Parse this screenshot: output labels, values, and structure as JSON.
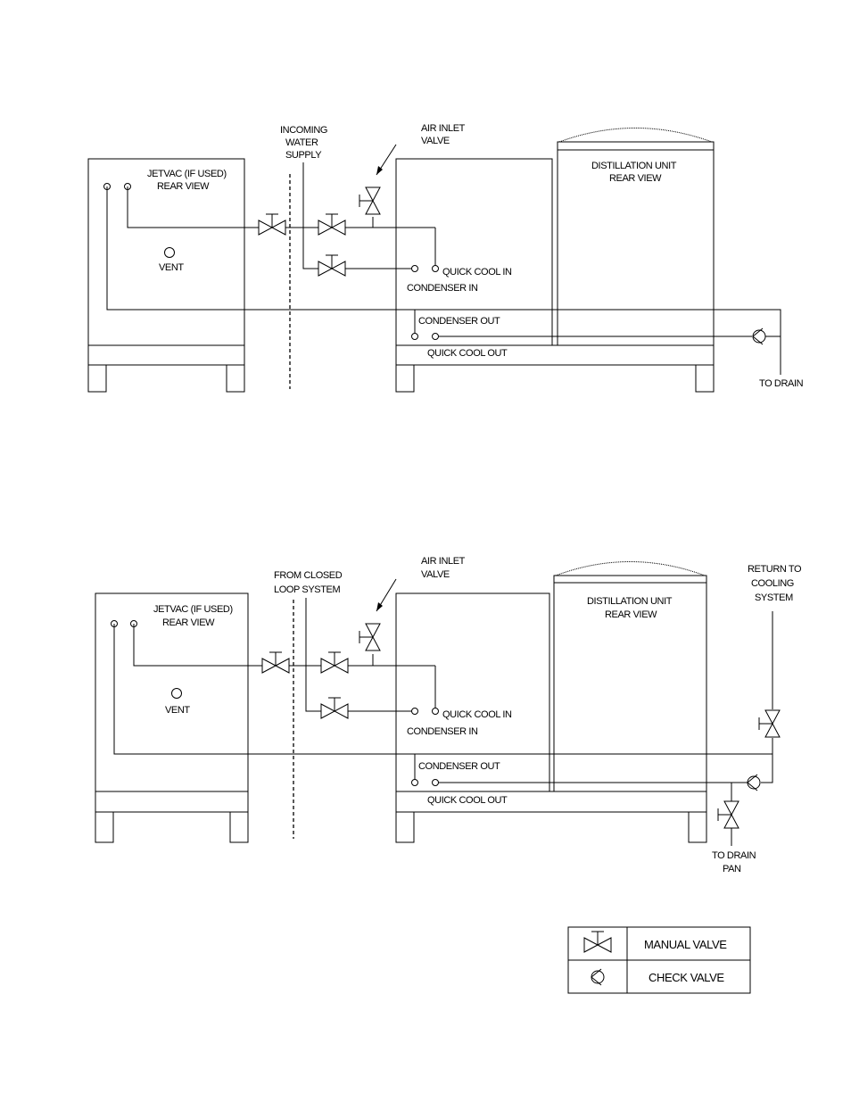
{
  "diagram1": {
    "jetvac_label": "JETVAC (IF USED)",
    "jetvac_sub": "REAR VIEW",
    "vent_label": "VENT",
    "supply_label_1": "INCOMING",
    "supply_label_2": "WATER",
    "supply_label_3": "SUPPLY",
    "air_inlet_1": "AIR INLET",
    "air_inlet_2": "VALVE",
    "distillation_label": "DISTILLATION UNIT",
    "distillation_sub": "REAR VIEW",
    "quick_cool_in": "QUICK COOL IN",
    "condenser_in": "CONDENSER IN",
    "condenser_out": "CONDENSER OUT",
    "quick_cool_out": "QUICK COOL OUT",
    "to_drain": "TO DRAIN"
  },
  "diagram2": {
    "jetvac_label": "JETVAC (IF USED)",
    "jetvac_sub": "REAR VIEW",
    "vent_label": "VENT",
    "supply_label_1": "FROM CLOSED",
    "supply_label_2": "LOOP SYSTEM",
    "air_inlet_1": "AIR INLET",
    "air_inlet_2": "VALVE",
    "distillation_label": "DISTILLATION UNIT",
    "distillation_sub": "REAR VIEW",
    "return_1": "RETURN TO",
    "return_2": "COOLING",
    "return_3": "SYSTEM",
    "quick_cool_in": "QUICK COOL IN",
    "condenser_in": "CONDENSER IN",
    "condenser_out": "CONDENSER OUT",
    "quick_cool_out": "QUICK COOL OUT",
    "to_drain_1": "TO DRAIN",
    "to_drain_2": "PAN"
  },
  "legend": {
    "manual_valve": "MANUAL VALVE",
    "check_valve": "CHECK VALVE"
  }
}
